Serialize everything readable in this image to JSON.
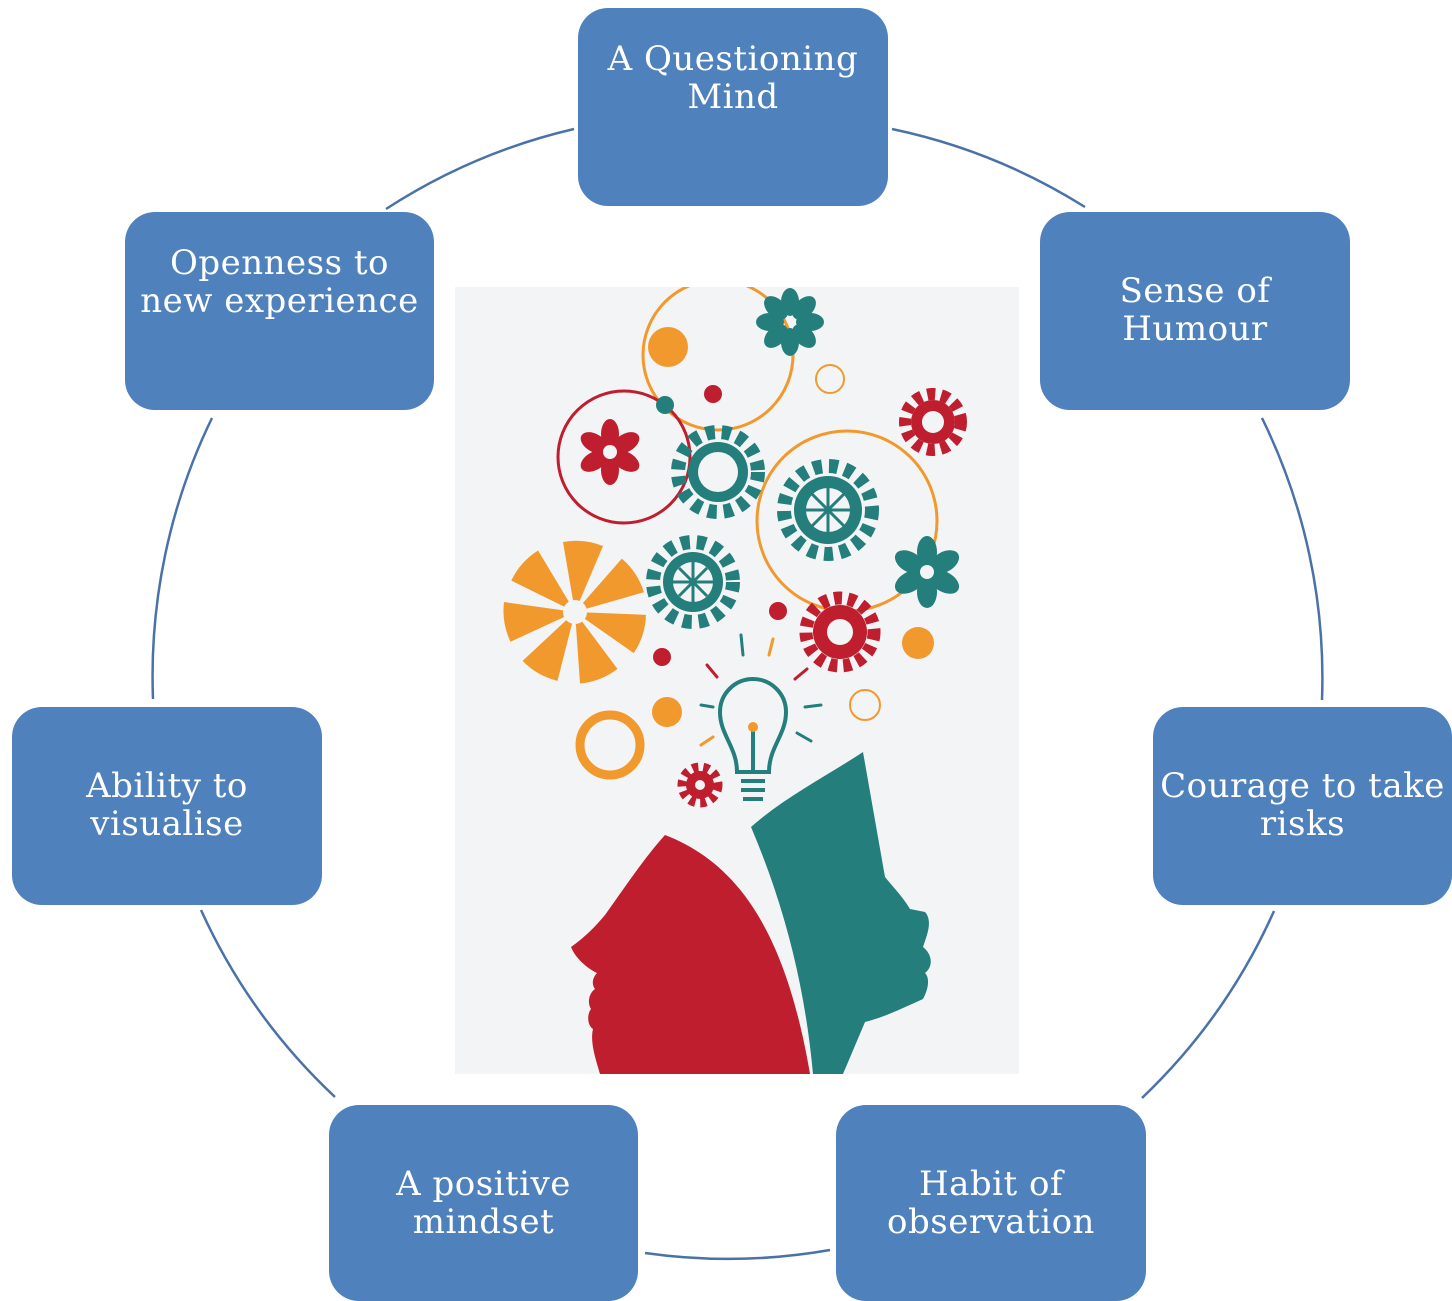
{
  "diagram": {
    "nodes": [
      {
        "id": "questioning-mind",
        "label": "A Questioning\nMind"
      },
      {
        "id": "sense-of-humour",
        "label": "Sense of\nHumour"
      },
      {
        "id": "courage-to-take-risks",
        "label": "Courage to take\nrisks"
      },
      {
        "id": "habit-of-observation",
        "label": "Habit of\nobservation"
      },
      {
        "id": "positive-mindset",
        "label": "A positive\nmindset"
      },
      {
        "id": "ability-to-visualise",
        "label": "Ability to\nvisualise"
      },
      {
        "id": "openness-to-new-experience",
        "label": "Openness to\nnew experience"
      }
    ],
    "center_image": "creative-mind-illustration",
    "colors": {
      "node_fill": "#4f81bd",
      "connector": "#4a72a8",
      "node_text": "#ffffff",
      "illustration_red": "#be1e2d",
      "illustration_teal": "#237e7c",
      "illustration_orange": "#f2992e"
    }
  }
}
